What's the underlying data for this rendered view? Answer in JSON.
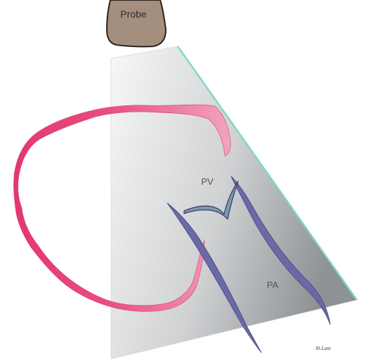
{
  "labels": {
    "probe": "Probe",
    "pulmonary_valve": "PV",
    "pulmonary_artery": "PA",
    "signature": "St.Lam"
  },
  "colors": {
    "probe_fill": "#a48e7e",
    "probe_outline": "#2a2320",
    "plane_edge": "#7fd8c4",
    "heart_outline": "#e2386e",
    "vessel_wall": "#6a6aa6",
    "valve_leaflet": "#7a9aaa"
  }
}
